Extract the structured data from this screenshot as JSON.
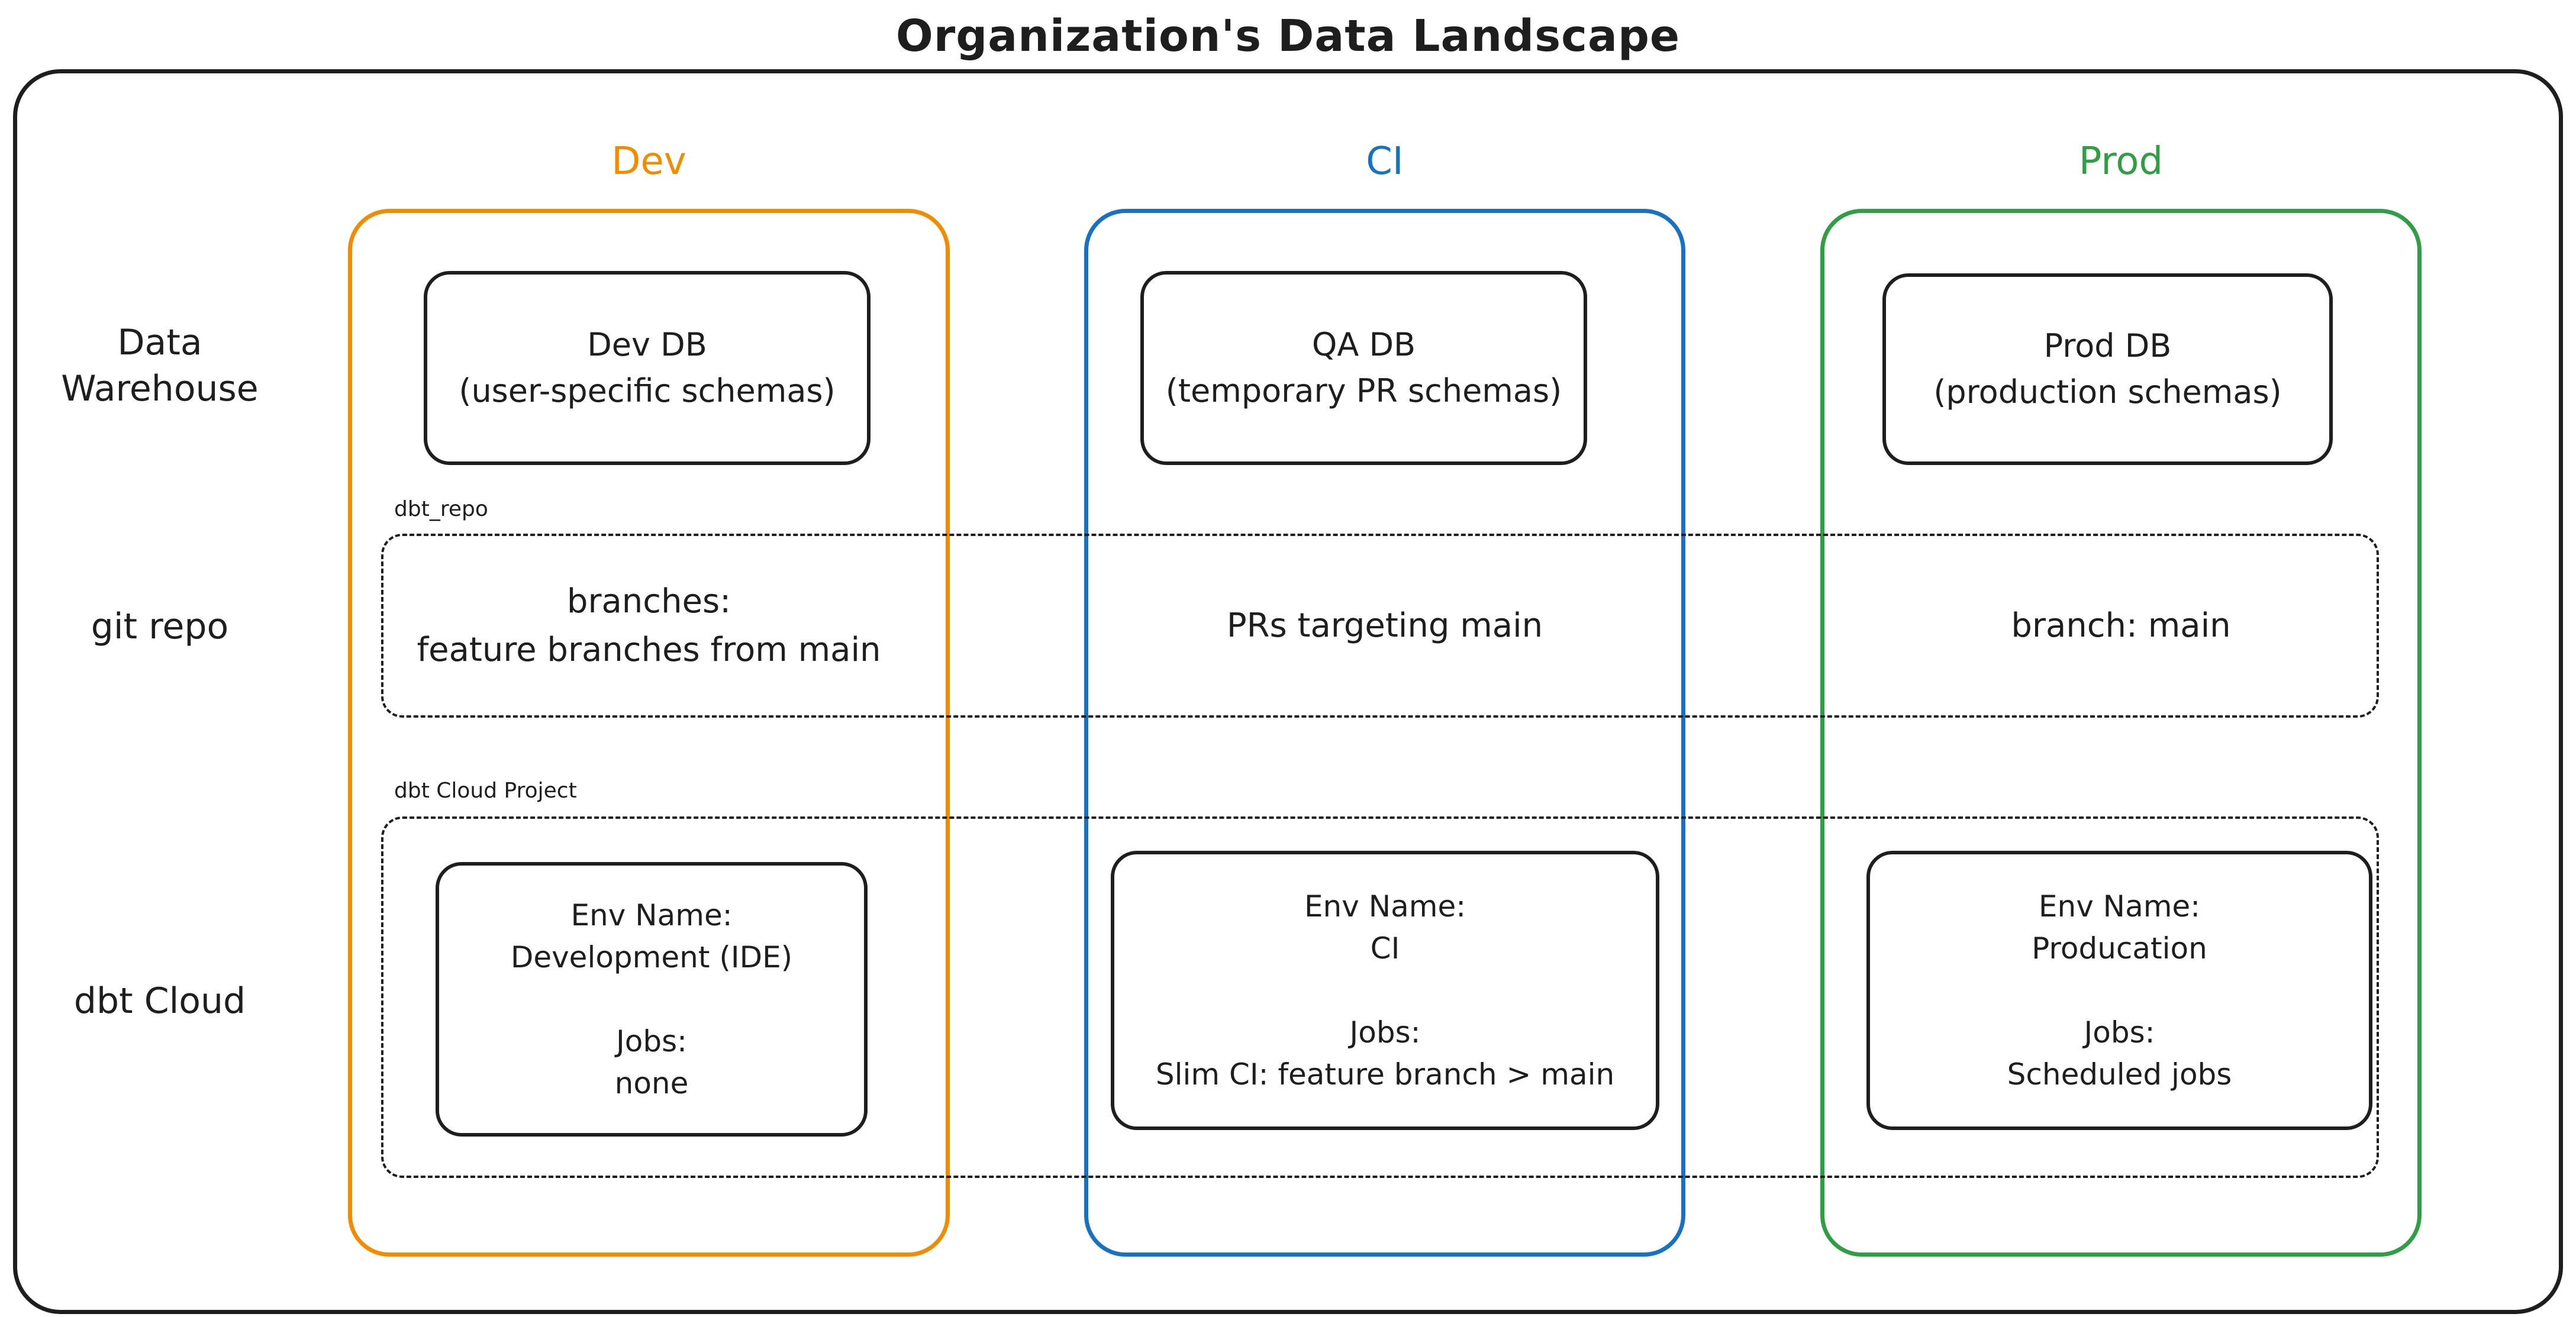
{
  "title": "Organization's Data Landscape",
  "colors": {
    "ink": "#1e1e1e",
    "dev": "#f08c00",
    "ci": "#1971c2",
    "prod": "#2f9e44"
  },
  "columns": {
    "dev": {
      "header": "Dev"
    },
    "ci": {
      "header": "CI"
    },
    "prod": {
      "header": "Prod"
    }
  },
  "row_labels": {
    "warehouse": "Data\nWarehouse",
    "git": "git repo",
    "dbt": "dbt Cloud"
  },
  "warehouse": {
    "dev": "Dev DB\n(user-specific schemas)",
    "ci": "QA DB\n(temporary PR schemas)",
    "prod": "Prod DB\n(production schemas)"
  },
  "git_repo": {
    "label": "dbt_repo",
    "dev": "branches:\nfeature branches from main",
    "ci": "PRs targeting main",
    "prod": "branch: main"
  },
  "dbt_cloud": {
    "label": "dbt Cloud Project",
    "dev": "Env Name:\nDevelopment (IDE)\n\nJobs:\nnone",
    "ci": "Env Name:\nCI\n\nJobs:\nSlim CI: feature branch > main",
    "prod": "Env Name:\nProducation\n\nJobs:\nScheduled jobs"
  }
}
